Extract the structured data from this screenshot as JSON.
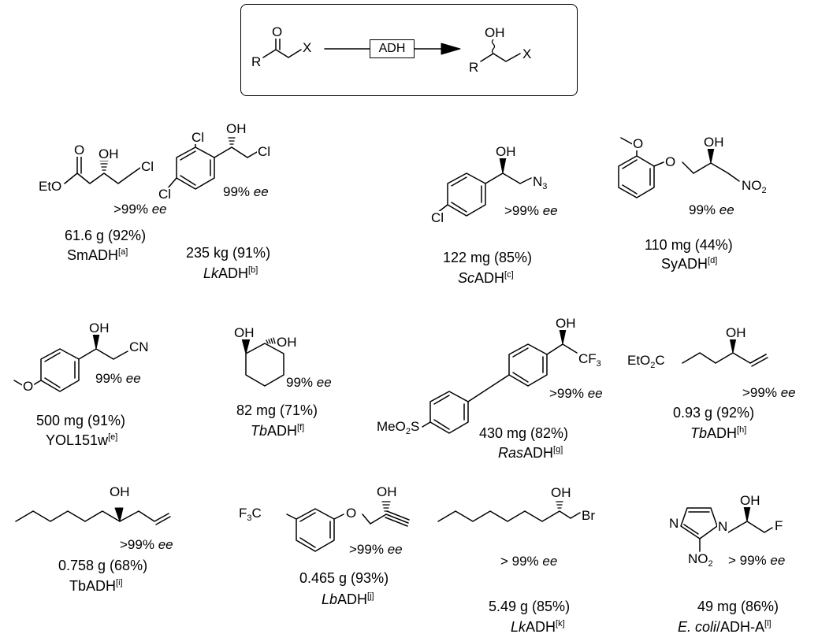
{
  "scheme": {
    "enzyme": "ADH",
    "reactant": {
      "carbonyl_o": "O",
      "r_group": "R",
      "x_group": "X"
    },
    "product": {
      "hydroxyl": "OH",
      "r_group": "R",
      "x_group": "X"
    }
  },
  "examples": [
    {
      "ee_value": ">99%",
      "ee_unit": "ee",
      "amount": "61.6 g (92%)",
      "catalyst_italic": "",
      "catalyst_plain": "SmADH",
      "ref": "[a]",
      "atoms": {
        "a1": "EtO",
        "a2": "O",
        "a3": "OH",
        "a4": "Cl"
      }
    },
    {
      "ee_value": "99%",
      "ee_unit": "ee",
      "amount": "235 kg (91%)",
      "catalyst_italic": "Lk",
      "catalyst_plain": "ADH",
      "ref": "[b]",
      "atoms": {
        "a1": "Cl",
        "a2": "Cl",
        "a3": "OH",
        "a4": "Cl"
      }
    },
    {
      "ee_value": ">99%",
      "ee_unit": "ee",
      "amount": "122 mg (85%)",
      "catalyst_italic": "Sc",
      "catalyst_plain": "ADH",
      "ref": "[c]",
      "atoms": {
        "a1": "Cl",
        "a2": "OH",
        "a3": "N",
        "a3_sub": "3"
      }
    },
    {
      "ee_value": "99%",
      "ee_unit": "ee",
      "amount": "110 mg (44%)",
      "catalyst_italic": "",
      "catalyst_plain": "SyADH",
      "ref": "[d]",
      "atoms": {
        "a1": "O",
        "a2": "O",
        "a3": "OH",
        "a4": "NO",
        "a4_sub": "2"
      }
    },
    {
      "ee_value": "99%",
      "ee_unit": "ee",
      "amount": "500 mg (91%)",
      "catalyst_italic": "",
      "catalyst_plain": "YOL151w",
      "ref": "[e]",
      "atoms": {
        "a1": "O",
        "a2": "OH",
        "a3": "CN"
      }
    },
    {
      "ee_value": "99%",
      "ee_unit": "ee",
      "amount": "82 mg (71%)",
      "catalyst_italic": "Tb",
      "catalyst_plain": "ADH",
      "ref": "[f]",
      "atoms": {
        "a1": "OH",
        "a2": "OH"
      }
    },
    {
      "ee_value": ">99%",
      "ee_unit": "ee",
      "amount": "430 mg (82%)",
      "catalyst_italic": "Ras",
      "catalyst_plain": "ADH",
      "ref": "[g]",
      "atoms": {
        "a1": "OH",
        "a2": "CF",
        "a2_sub": "3",
        "a3": "MeO",
        "a3_sub": "2",
        "a3_tail": "S"
      }
    },
    {
      "ee_value": ">99%",
      "ee_unit": "ee",
      "amount": "0.93 g (92%)",
      "catalyst_italic": "Tb",
      "catalyst_plain": "ADH",
      "ref": "[h]",
      "atoms": {
        "a1": "EtO",
        "a1_sub": "2",
        "a1_tail": "C",
        "a2": "OH"
      }
    },
    {
      "ee_value": ">99%",
      "ee_unit": "ee",
      "amount": "0.758 g (68%)",
      "catalyst_italic": "",
      "catalyst_plain": "TbADH",
      "ref": "[i]",
      "atoms": {
        "a1": "OH"
      }
    },
    {
      "ee_value": ">99%",
      "ee_unit": "ee",
      "amount": "0.465 g (93%)",
      "catalyst_italic": "Lb",
      "catalyst_plain": "ADH",
      "ref": "[j]",
      "atoms": {
        "a1": "F",
        "a1_sub": "3",
        "a1_tail": "C",
        "a2": "O",
        "a3": "OH"
      }
    },
    {
      "ee_value": "> 99%",
      "ee_unit": "ee",
      "amount": "5.49 g (85%)",
      "catalyst_italic": "Lk",
      "catalyst_plain": "ADH",
      "ref": "[k]",
      "atoms": {
        "a1": "OH",
        "a2": "Br"
      }
    },
    {
      "ee_value": "> 99%",
      "ee_unit": "ee",
      "amount": "49 mg (86%)",
      "catalyst_italic": "E. coli",
      "catalyst_plain": "/ADH-A",
      "ref": "[l]",
      "atoms": {
        "a1": "N",
        "a2": "N",
        "a3": "NO",
        "a3_sub": "2",
        "a4": "OH",
        "a5": "F"
      }
    }
  ]
}
